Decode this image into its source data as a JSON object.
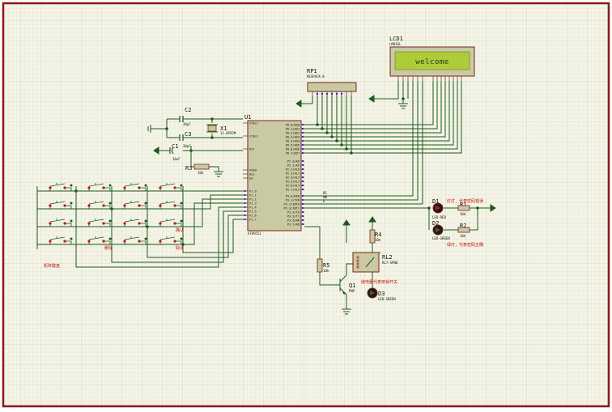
{
  "colors": {
    "border": "#8b1a1a",
    "paper": "#f4f4e6",
    "grid": "#d8d8c2",
    "wire": "#1e5a1e",
    "body": "#c9caa2",
    "outline": "#7a2424",
    "label": "#111111",
    "sublabel": "#9a9a9a",
    "note": "#cc1111",
    "lcd_screen": "#aecb3a",
    "lcd_text": "#2a3a10",
    "pin_dot": "#2233cc"
  },
  "lcd": {
    "ref": "LCD1",
    "part": "LM016L",
    "text": "welcome"
  },
  "rp1": {
    "ref": "RP1",
    "part": "RESPACK-8"
  },
  "mcu": {
    "ref": "U1",
    "part": "AT89C51",
    "pins_left": [
      "XTAL1",
      "XTAL2",
      "RST",
      "PSEN",
      "ALE",
      "EA",
      "P1.0",
      "P1.1",
      "P1.2",
      "P1.3",
      "P1.4",
      "P1.5",
      "P1.6",
      "P1.7"
    ],
    "pins_right": [
      "P0.0/AD0",
      "P0.1/AD1",
      "P0.2/AD2",
      "P0.3/AD3",
      "P0.4/AD4",
      "P0.5/AD5",
      "P0.6/AD6",
      "P0.7/AD7",
      "P2.0/A8",
      "P2.1/A9",
      "P2.2/A10",
      "P2.3/A11",
      "P2.4/A12",
      "P2.5/A13",
      "P2.6/A14",
      "P2.7/A15",
      "P3.0/RXD",
      "P3.1/TXD",
      "P3.2/INT0",
      "P3.3/INT1",
      "P3.4/T0",
      "P3.5/T1",
      "P3.6/WR",
      "P3.7/RD"
    ],
    "net_labels": [
      "RS",
      "RW",
      "E"
    ]
  },
  "components": {
    "c1": {
      "ref": "C1",
      "value": "10uF"
    },
    "c2": {
      "ref": "C2",
      "value": "30pF"
    },
    "c3": {
      "ref": "C3",
      "value": "30pF"
    },
    "x1": {
      "ref": "X1",
      "value": "11.0592M"
    },
    "r1": {
      "ref": "R1",
      "value": "10k"
    },
    "r2": {
      "ref": "R2",
      "value": "10k"
    },
    "r3": {
      "ref": "R3",
      "value": "10k"
    },
    "r4": {
      "ref": "R4",
      "value": "10k"
    },
    "r5": {
      "ref": "R5",
      "value": "10k"
    },
    "d1": {
      "ref": "D1",
      "value": "LED-RED"
    },
    "d2": {
      "ref": "D2",
      "value": "LED-GREEN"
    },
    "d3": {
      "ref": "D3",
      "value": "LED-GREEN"
    },
    "q1": {
      "ref": "Q1",
      "value": "PNP"
    },
    "rl2": {
      "ref": "RL2",
      "value": "RLY-SPNO"
    }
  },
  "notes": {
    "keypad": "矩阵键盘",
    "d1": "红灯，代表密码错误",
    "d2": "绿灯，代表密码正确",
    "relay": "继电器代表用锁开关"
  },
  "keypad_keys": [
    "",
    "",
    "",
    "",
    "",
    "",
    "",
    "",
    "",
    "",
    "",
    "确认",
    "",
    "删除",
    "",
    "取消"
  ]
}
